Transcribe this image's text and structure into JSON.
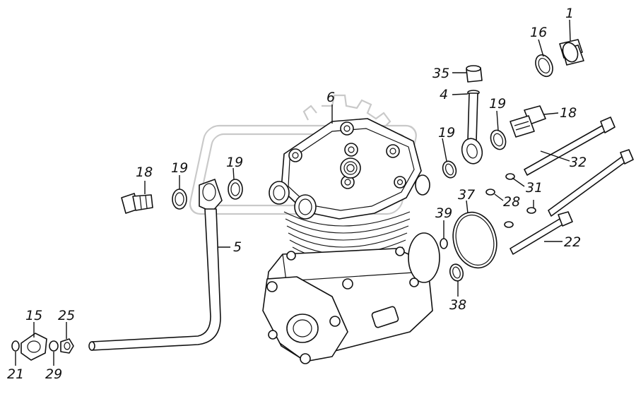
{
  "callouts": [
    {
      "id": "c1",
      "text": "1"
    },
    {
      "id": "c16",
      "text": "16"
    },
    {
      "id": "c35",
      "text": "35"
    },
    {
      "id": "c4",
      "text": "4"
    },
    {
      "id": "c6",
      "text": "6"
    },
    {
      "id": "c19a",
      "text": "19"
    },
    {
      "id": "c18a",
      "text": "18"
    },
    {
      "id": "c19b",
      "text": "19"
    },
    {
      "id": "c32",
      "text": "32"
    },
    {
      "id": "c31",
      "text": "31"
    },
    {
      "id": "c28",
      "text": "28"
    },
    {
      "id": "c22",
      "text": "22"
    },
    {
      "id": "c37",
      "text": "37"
    },
    {
      "id": "c39",
      "text": "39"
    },
    {
      "id": "c38",
      "text": "38"
    },
    {
      "id": "c18b",
      "text": "18"
    },
    {
      "id": "c19c",
      "text": "19"
    },
    {
      "id": "c19d",
      "text": "19"
    },
    {
      "id": "c5",
      "text": "5"
    },
    {
      "id": "c15",
      "text": "15"
    },
    {
      "id": "c25",
      "text": "25"
    },
    {
      "id": "c21",
      "text": "21"
    },
    {
      "id": "c29",
      "text": "29"
    }
  ],
  "colors": {
    "line": "#111111",
    "watermark": "#c9c9c9",
    "background": "#ffffff"
  }
}
